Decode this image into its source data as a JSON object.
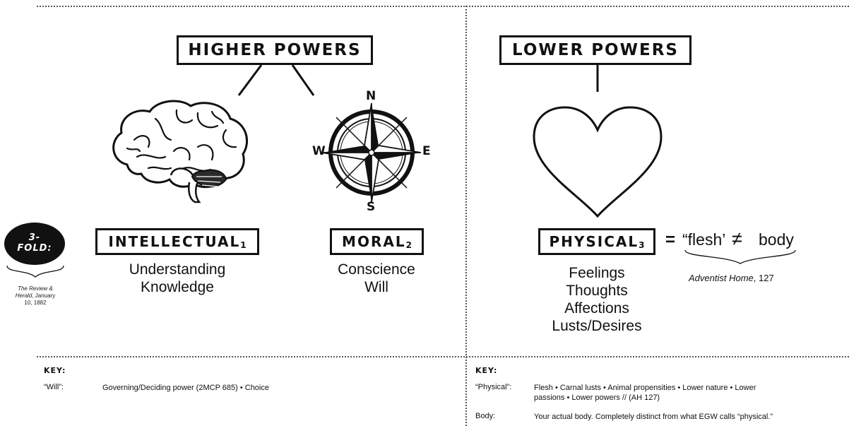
{
  "higher": {
    "title": "HIGHER POWERS",
    "intellectual": {
      "label": "INTELLECTUAL",
      "sub": "1",
      "lines": [
        "Understanding",
        "Knowledge"
      ]
    },
    "moral": {
      "label": "MORAL",
      "sub": "2",
      "lines": [
        "Conscience",
        "Will"
      ]
    }
  },
  "lower": {
    "title": "LOWER POWERS",
    "physical": {
      "label": "PHYSICAL",
      "sub": "3",
      "lines": [
        "Feelings",
        "Thoughts",
        "Affections",
        "Lusts/Desires"
      ]
    },
    "equation": {
      "equals": "=",
      "flesh": "“flesh’",
      "not_equal": "≠",
      "body": "body"
    },
    "citation": {
      "italic": "Adventist Home",
      "rest": ", 127"
    }
  },
  "compass": {
    "n": "N",
    "e": "E",
    "s": "S",
    "w": "W"
  },
  "badge": {
    "line1": "3-",
    "line2": "FOLD:"
  },
  "badge_citation": {
    "italic1": "The Review &",
    "italic2": "Herald",
    "rest2": ", January",
    "line3": "10, 1882"
  },
  "key_left": {
    "title": "KEY:",
    "entries": [
      {
        "term": "“Will”:",
        "def": "Governing/Deciding power (2MCP 685) • Choice"
      }
    ]
  },
  "key_right": {
    "title": "KEY:",
    "entries": [
      {
        "term": "“Physical”:",
        "def_line1": "Flesh • Carnal lusts • Animal propensities • Lower nature • Lower",
        "def_line2": "passions • Lower powers   // (AH 127)"
      },
      {
        "term": "Body:",
        "def_line1": "Your actual body. Completely distinct from what EGW calls “physical.”"
      }
    ]
  },
  "icons": [
    "brain-icon",
    "compass-rose-icon",
    "heart-icon"
  ]
}
